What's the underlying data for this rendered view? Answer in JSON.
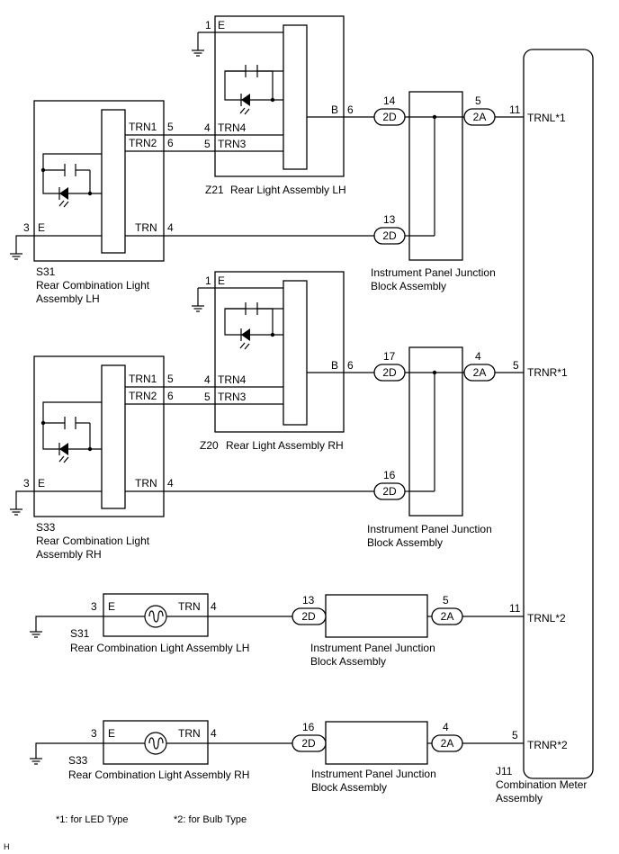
{
  "z21": {
    "code": "Z21",
    "name": "Rear Light Assembly LH",
    "e_pin": "1",
    "e_label": "E",
    "b_label": "B",
    "b_pin": "6",
    "trn4_pin": "4",
    "trn4_label": "TRN4",
    "trn3_pin": "5",
    "trn3_label": "TRN3"
  },
  "z20": {
    "code": "Z20",
    "name": "Rear Light Assembly RH",
    "e_pin": "1",
    "e_label": "E",
    "b_label": "B",
    "b_pin": "6",
    "trn4_pin": "4",
    "trn4_label": "TRN4",
    "trn3_pin": "5",
    "trn3_label": "TRN3"
  },
  "s31_led": {
    "code": "S31",
    "name_line1": "Rear Combination Light",
    "name_line2": "Assembly LH",
    "trn1_label": "TRN1",
    "trn1_pin": "5",
    "trn2_label": "TRN2",
    "trn2_pin": "6",
    "trn_label": "TRN",
    "trn_pin": "4",
    "e_pin": "3",
    "e_label": "E"
  },
  "s33_led": {
    "code": "S33",
    "name_line1": "Rear Combination Light",
    "name_line2": "Assembly RH",
    "trn1_label": "TRN1",
    "trn1_pin": "5",
    "trn2_label": "TRN2",
    "trn2_pin": "6",
    "trn_label": "TRN",
    "trn_pin": "4",
    "e_pin": "3",
    "e_label": "E"
  },
  "ipjb1": {
    "name_line1": "Instrument Panel Junction",
    "name_line2": "Block Assembly",
    "in1_pin": "14",
    "in1_conn": "2D",
    "in2_pin": "13",
    "in2_conn": "2D",
    "out_pin": "5",
    "out_conn": "2A"
  },
  "ipjb2": {
    "name_line1": "Instrument Panel Junction",
    "name_line2": "Block Assembly",
    "in1_pin": "17",
    "in1_conn": "2D",
    "in2_pin": "16",
    "in2_conn": "2D",
    "out_pin": "4",
    "out_conn": "2A"
  },
  "ipjb3": {
    "name_line1": "Instrument Panel Junction",
    "name_line2": "Block Assembly",
    "in_pin": "13",
    "in_conn": "2D",
    "out_pin": "5",
    "out_conn": "2A"
  },
  "ipjb4": {
    "name_line1": "Instrument Panel Junction",
    "name_line2": "Block Assembly",
    "in_pin": "16",
    "in_conn": "2D",
    "out_pin": "4",
    "out_conn": "2A"
  },
  "s31_bulb": {
    "code": "S31",
    "name": "Rear Combination Light Assembly LH",
    "e_pin": "3",
    "e_label": "E",
    "trn_label": "TRN",
    "trn_pin": "4"
  },
  "s33_bulb": {
    "code": "S33",
    "name": "Rear Combination Light Assembly RH",
    "e_pin": "3",
    "e_label": "E",
    "trn_label": "TRN",
    "trn_pin": "4"
  },
  "j11": {
    "code": "J11",
    "name_line1": "Combination Meter",
    "name_line2": "Assembly",
    "pins": [
      {
        "pin": "11",
        "label": "TRNL*1"
      },
      {
        "pin": "5",
        "label": "TRNR*1"
      },
      {
        "pin": "11",
        "label": "TRNL*2"
      },
      {
        "pin": "5",
        "label": "TRNR*2"
      }
    ]
  },
  "notes": {
    "note1": "*1: for LED Type",
    "note2": "*2: for Bulb Type"
  },
  "corner": "H"
}
